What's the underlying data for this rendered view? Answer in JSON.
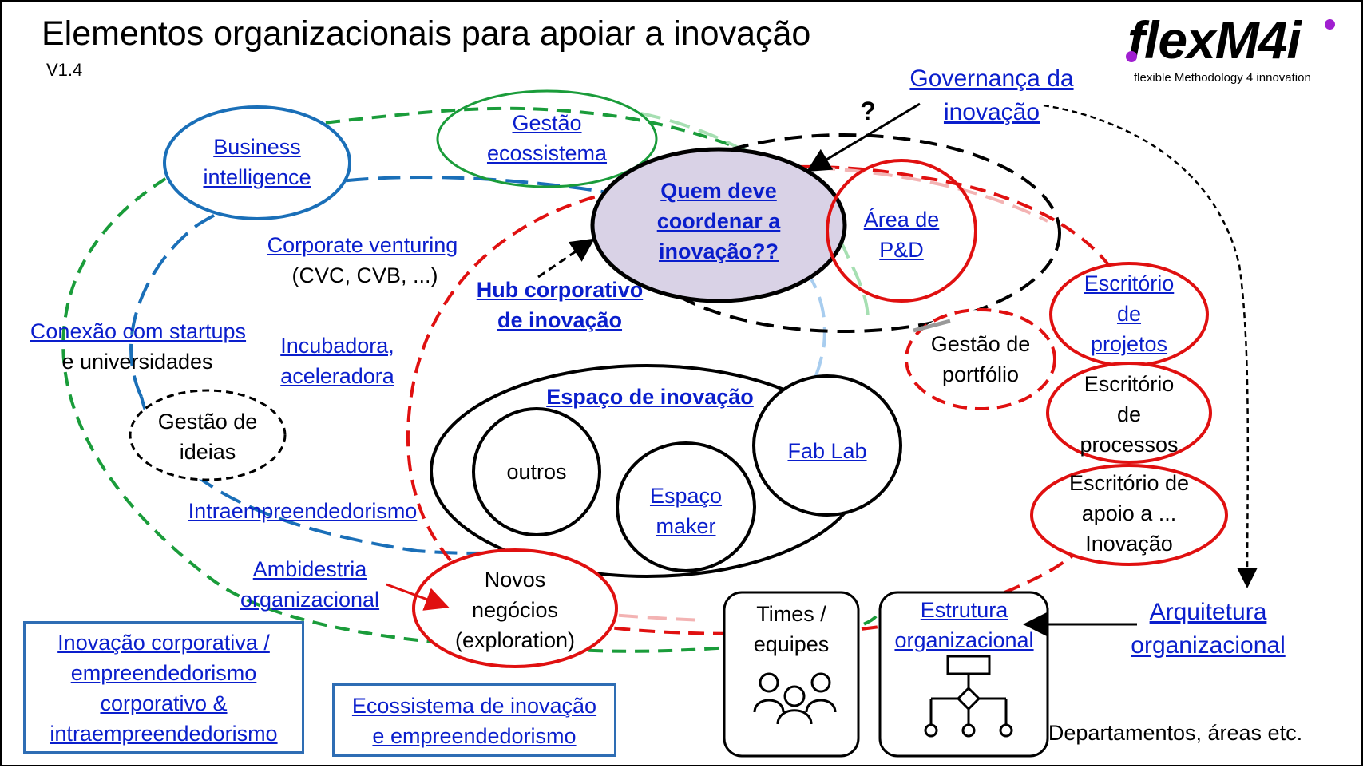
{
  "title": "Elementos organizacionais para apoiar a inovação",
  "version": "V1.4",
  "logo": {
    "name": "flexM4i",
    "tagline": "flexible Methodology 4 innovation",
    "accent_color": "#a01fd0"
  },
  "colors": {
    "link": "#0a1ecc",
    "green": "#1a9c3a",
    "blue": "#1a6fb8",
    "red": "#e01010",
    "center_fill": "#d9d2e6",
    "box_border": "#2e6db4"
  },
  "nodes": {
    "governanca_line1": "Governança da",
    "governanca_line2": "inovação",
    "question_mark": "?",
    "bi_line1": "Business",
    "bi_line2": "intelligence",
    "gestao_eco_line1": "Gestão",
    "gestao_eco_line2": "ecossistema",
    "quem_line1": "Quem deve",
    "quem_line2": "coordenar a",
    "quem_line3": "inovação??",
    "pd_line1": "Área de",
    "pd_line2": "P&D",
    "corp_venturing": "Corporate venturing",
    "corp_venturing_sub": "(CVC, CVB, ...)",
    "hub_line1": "Hub corporativo",
    "hub_line2": "de inovação",
    "escritorio_proj_line1": "Escritório",
    "escritorio_proj_line2": "de",
    "escritorio_proj_line3": "projetos",
    "conexao_line1": "Conexão com startups",
    "conexao_line2": "e universidades",
    "incubadora_line1": "Incubadora,",
    "incubadora_line2": "aceleradora",
    "gestao_portfolio_line1": "Gestão de",
    "gestao_portfolio_line2": "portfólio",
    "escritorio_proc_line1": "Escritório",
    "escritorio_proc_line2": "de",
    "escritorio_proc_line3": "processos",
    "espaco_inovacao": "Espaço de inovação",
    "gestao_ideias_line1": "Gestão de",
    "gestao_ideias_line2": "ideias",
    "outros": "outros",
    "fab_lab": "Fab Lab",
    "espaco_maker_line1": "Espaço",
    "espaco_maker_line2": "maker",
    "escritorio_apoio_line1": "Escritório de",
    "escritorio_apoio_line2": "apoio a ...",
    "escritorio_apoio_line3": "Inovação",
    "intraempreendedorismo": "Intraempreendedorismo",
    "ambidestria_line1": "Ambidestria",
    "ambidestria_line2": "organizacional",
    "novos_line1": "Novos",
    "novos_line2": "negócios",
    "novos_line3": "(exploration)",
    "times_line1": "Times /",
    "times_line2": "equipes",
    "estrutura_line1": "Estrutura",
    "estrutura_line2": "organizacional",
    "arquitetura_line1": "Arquitetura",
    "arquitetura_line2": "organizacional",
    "departamentos": "Departamentos, áreas etc."
  },
  "boxes": {
    "inovacao_corp_line1": "Inovação corporativa /",
    "inovacao_corp_line2": "empreendedorismo",
    "inovacao_corp_line3": "corporativo &",
    "inovacao_corp_line4": "intraempreendedorismo",
    "ecossistema_line1": "Ecossistema de inovação",
    "ecossistema_line2": "e empreendedorismo"
  },
  "icons": {
    "team": "people-group-icon",
    "org_chart": "org-chart-icon"
  }
}
